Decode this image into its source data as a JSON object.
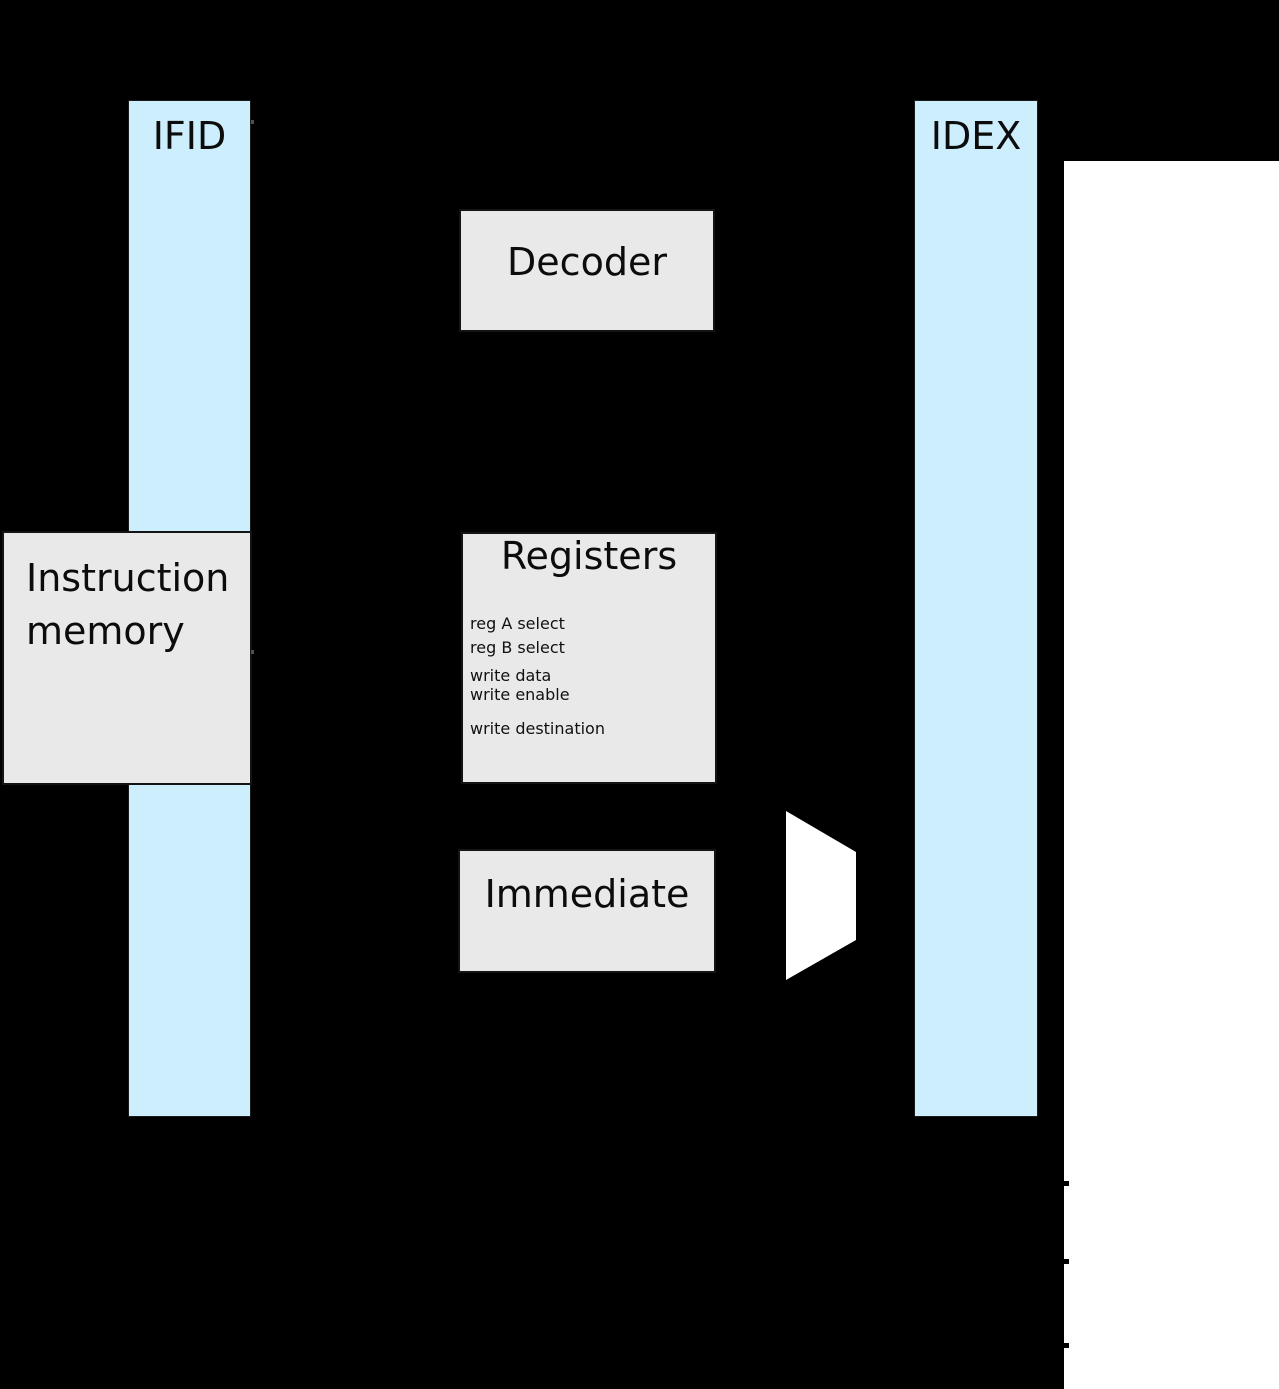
{
  "pipeline": {
    "ifid": {
      "label": "IFID"
    },
    "idex": {
      "label": "IDEX"
    }
  },
  "blocks": {
    "instruction_memory": {
      "line1": "Instruction",
      "line2": "memory"
    },
    "decoder": {
      "label": "Decoder"
    },
    "registers": {
      "title": "Registers",
      "ports": [
        "reg A select",
        "reg B select",
        "write data",
        "write enable",
        "write destination"
      ]
    },
    "immediate": {
      "label": "Immediate"
    }
  },
  "colors": {
    "background": "#000000",
    "latch_fill": "#cdeefc",
    "block_fill": "#e9e9e9",
    "panel_fill": "#ffffff",
    "text": "#0a0a0a"
  }
}
